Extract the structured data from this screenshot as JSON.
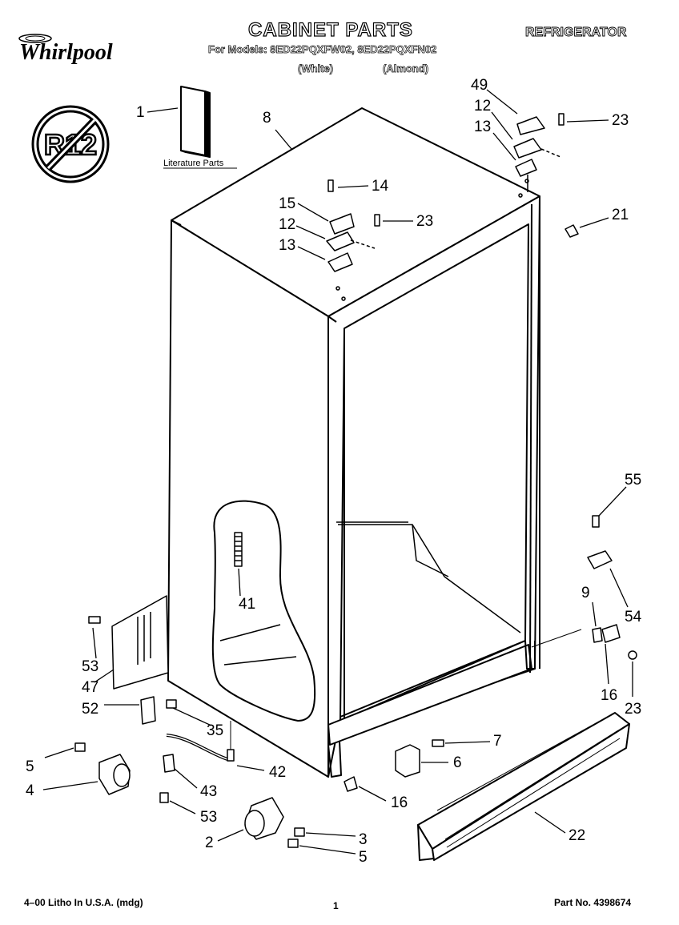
{
  "header": {
    "title": "CABINET PARTS",
    "category": "REFRIGERATOR",
    "models_line": "For Models: 8ED22PQXFW02, 8ED22PQXFN02",
    "variant_white": "(White)",
    "variant_almond": "(Almond)"
  },
  "logo": {
    "brand": "Whirlpool"
  },
  "badge": {
    "label": "R12"
  },
  "literature": {
    "caption": "Literature Parts"
  },
  "callouts": [
    "1",
    "8",
    "49",
    "12",
    "13",
    "23",
    "14",
    "15",
    "12",
    "23",
    "13",
    "21",
    "55",
    "41",
    "9",
    "54",
    "53",
    "47",
    "52",
    "16",
    "23",
    "35",
    "7",
    "5",
    "42",
    "6",
    "4",
    "43",
    "16",
    "22",
    "53",
    "3",
    "2",
    "5"
  ],
  "footer": {
    "litho": "4–00 Litho In U.S.A. (mdg)",
    "page": "1",
    "part_no": "Part No. 4398674"
  }
}
